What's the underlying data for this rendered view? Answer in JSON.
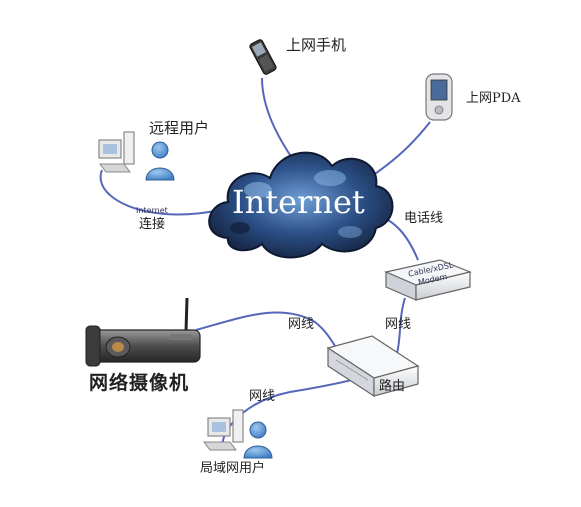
{
  "cloud": {
    "label": "Internet"
  },
  "devices": {
    "phone": {
      "label": "上网手机"
    },
    "pda": {
      "label": "上网PDA"
    },
    "remote_user": {
      "label": "远程用户"
    },
    "connection": {
      "line1": "Internet",
      "line2": "连接"
    },
    "phone_line": {
      "label": "电话线"
    },
    "modem": {
      "line1": "Cable/xDSL",
      "line2": "Modem"
    },
    "camera": {
      "label": "网络摄像机"
    },
    "router": {
      "label": "路由"
    },
    "lan_user": {
      "label": "局域网用户"
    }
  },
  "cables": {
    "camera_router": "网线",
    "modem_router": "网线",
    "lan_router": "网线"
  },
  "colors": {
    "link": "#5566bb",
    "cloud_dark": "#15233f",
    "cloud_mid": "#2b4f86",
    "cloud_light": "#6f9fd6",
    "user_blue": "#3f7fc5"
  }
}
